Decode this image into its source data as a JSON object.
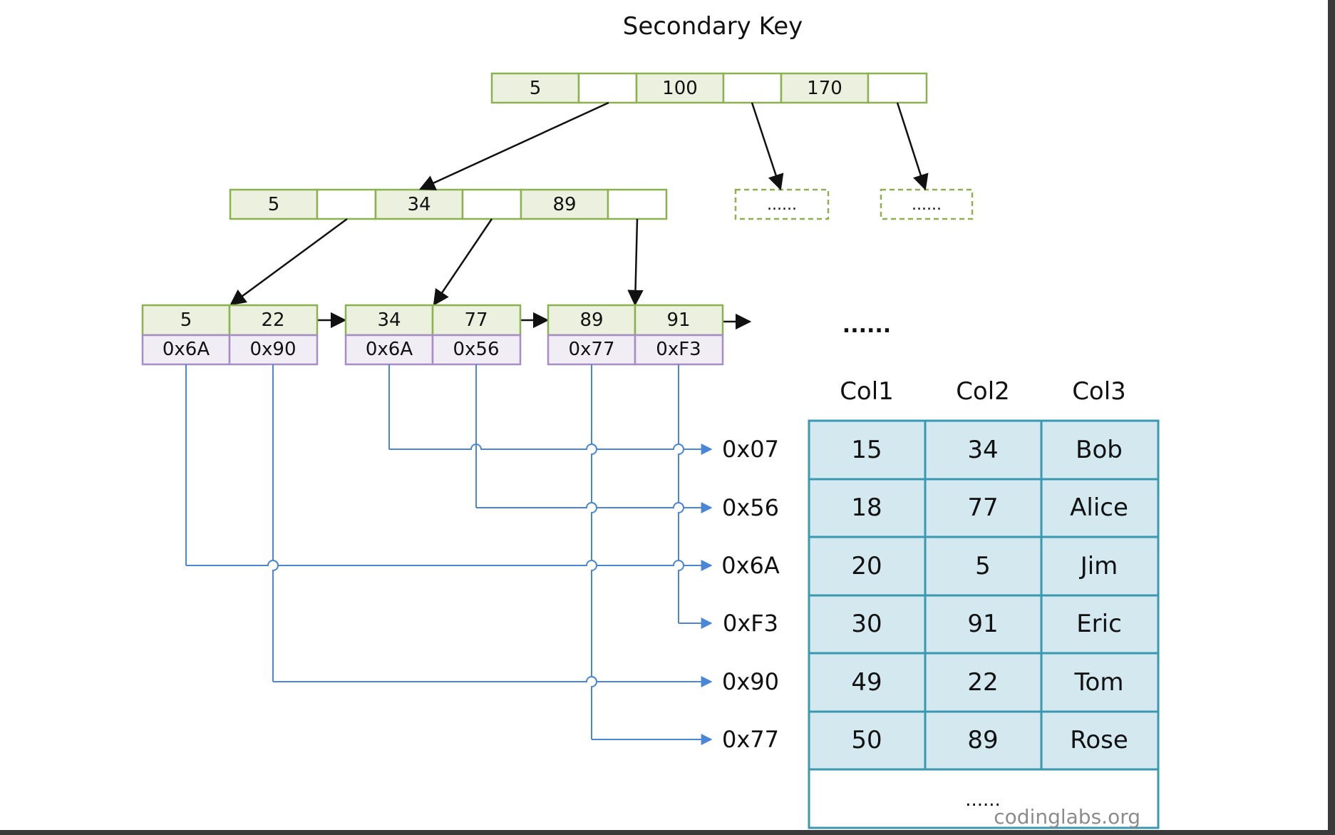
{
  "title": "Secondary Key",
  "colors": {
    "node_fill": "#ebf1de",
    "node_stroke": "#8cb24f",
    "ptr_fill": "#f1edf5",
    "ptr_stroke": "#a88cc8",
    "arrow": "#111111",
    "link": "#4a86d8",
    "table_fill": "#d3e9ef",
    "table_stroke": "#3a98b0"
  },
  "root": {
    "keys": [
      "5",
      "100",
      "170"
    ]
  },
  "mid": {
    "keys": [
      "5",
      "34",
      "89"
    ],
    "placeholders": [
      "......",
      "......"
    ]
  },
  "leaves": [
    {
      "keys": [
        "5",
        "22"
      ],
      "ptrs": [
        "0x6A",
        "0x90"
      ]
    },
    {
      "keys": [
        "34",
        "77"
      ],
      "ptrs": [
        "0x6A",
        "0x56"
      ]
    },
    {
      "keys": [
        "89",
        "91"
      ],
      "ptrs": [
        "0x77",
        "0xF3"
      ]
    }
  ],
  "leaf_ellipsis": "......",
  "addresses": [
    "0x07",
    "0x56",
    "0x6A",
    "0xF3",
    "0x90",
    "0x77"
  ],
  "table": {
    "columns": [
      "Col1",
      "Col2",
      "Col3"
    ],
    "rows": [
      [
        "15",
        "34",
        "Bob"
      ],
      [
        "18",
        "77",
        "Alice"
      ],
      [
        "20",
        "5",
        "Jim"
      ],
      [
        "30",
        "91",
        "Eric"
      ],
      [
        "49",
        "22",
        "Tom"
      ],
      [
        "50",
        "89",
        "Rose"
      ]
    ],
    "ellipsis": "......"
  },
  "watermark": "codinglabs.org"
}
